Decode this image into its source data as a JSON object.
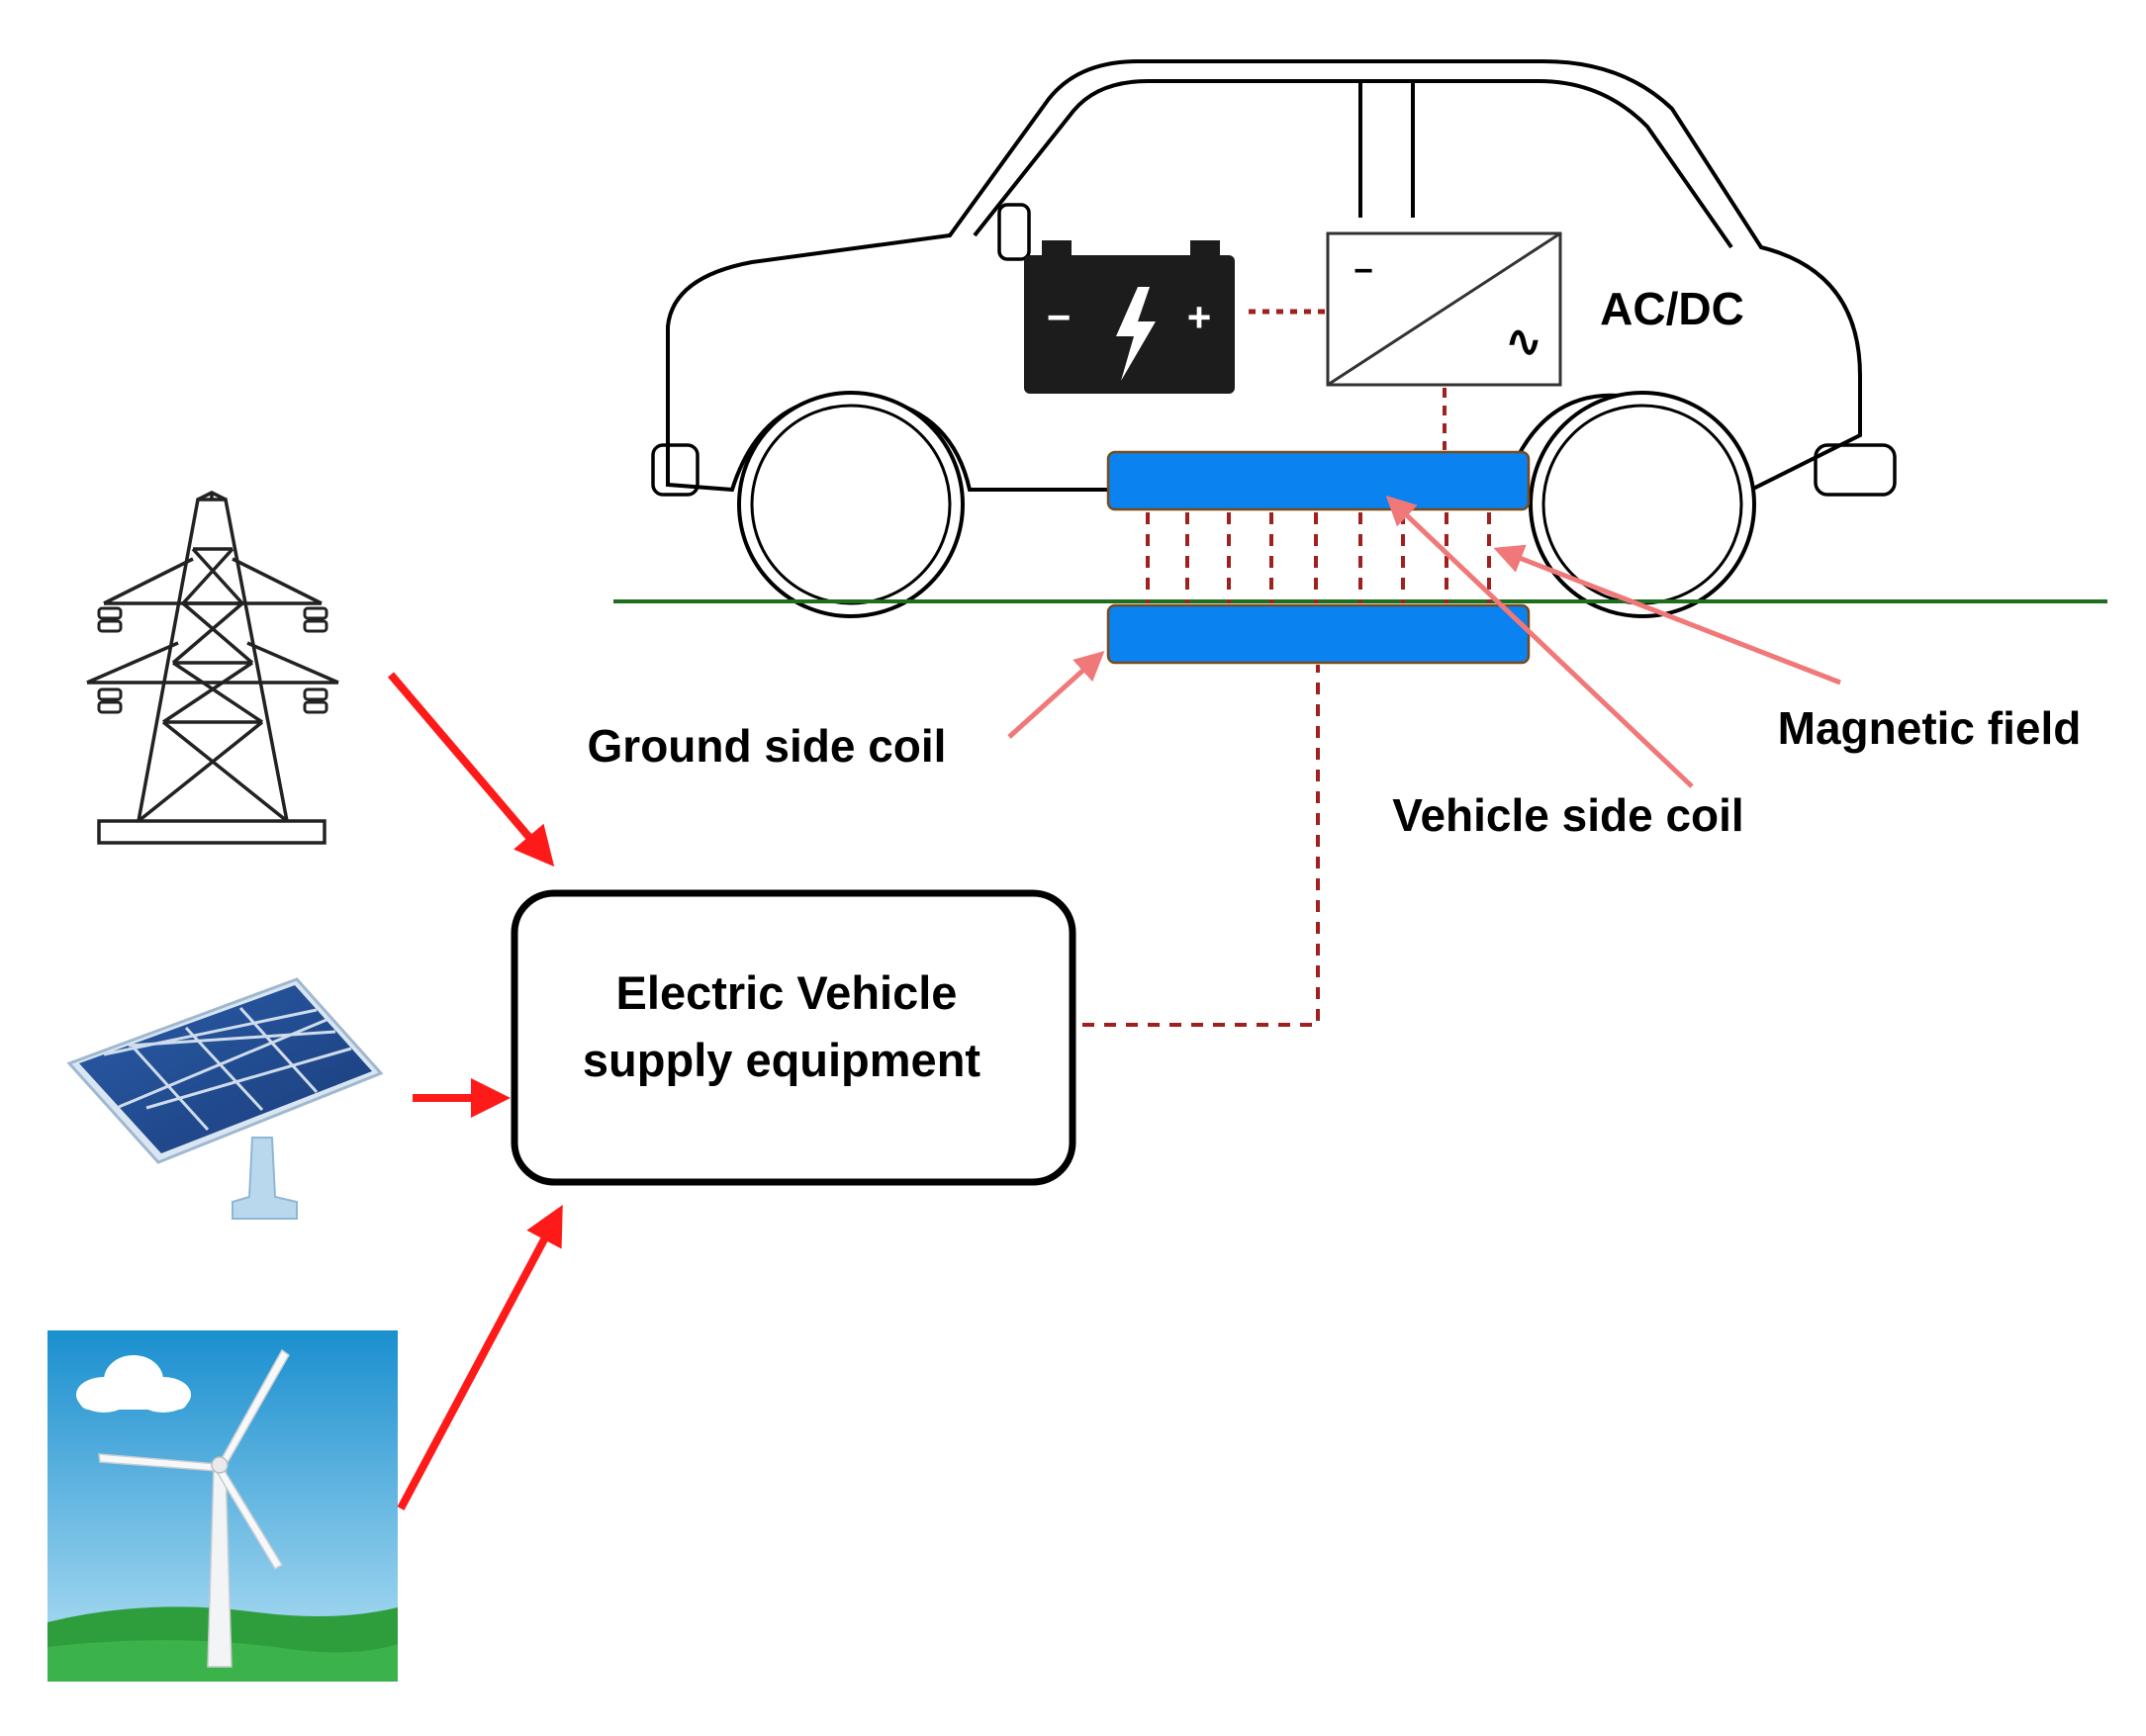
{
  "labels": {
    "converter": "AC/DC",
    "supply_line1": "Electric Vehicle",
    "supply_line2": "supply equipment",
    "ground_coil": "Ground side coil",
    "vehicle_coil": "Vehicle side coil",
    "magnetic_field": "Magnetic field"
  },
  "battery": {
    "minus": "−",
    "plus": "+"
  },
  "converter_symbols": {
    "dc": "−",
    "ac": "∿"
  },
  "icons": [
    "power-tower-icon",
    "solar-panel-icon",
    "wind-turbine-icon",
    "battery-icon",
    "lightning-bolt-icon",
    "car-icon",
    "converter-icon"
  ],
  "colors": {
    "power_arrow": "#ff1a1a",
    "pointer_arrow": "#f07878",
    "coil": "#0a82f0",
    "wiring": "#a01f1f",
    "ground_line": "#1e6e1e",
    "sky": "#1fa0d8",
    "grass": "#2e9e3c",
    "battery_body": "#1c1c1c"
  }
}
